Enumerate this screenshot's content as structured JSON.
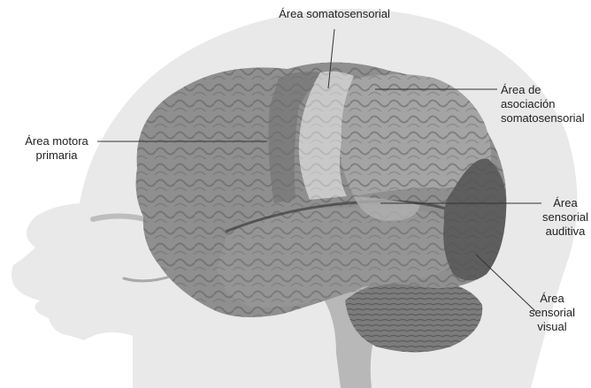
{
  "labels": {
    "somatosensorial": "Área somatosensorial",
    "asociacion": [
      "Área de",
      "asociación",
      "somatosensorial"
    ],
    "motora": [
      "Área motora",
      "primaria"
    ],
    "auditiva": [
      "Área",
      "sensorial",
      "auditiva"
    ],
    "visual": [
      "Área",
      "sensorial",
      "visual"
    ]
  },
  "colors": {
    "head_skin": "#e9e9e9",
    "brain_gray": "#8f8f8f",
    "somatosensory_area": "#c9c9c9",
    "association_area": "#a4a4a4",
    "visual_area": "#5e5e5e",
    "brainstem": "#b8b8b8",
    "cerebellum": "#7c7c7c",
    "leader_line": "#333333"
  }
}
